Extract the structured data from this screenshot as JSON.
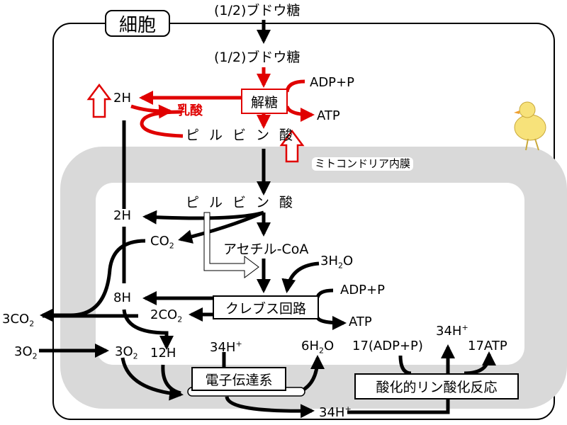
{
  "title": "細胞",
  "membrane_label": "ミトコンドリア内膜",
  "glucose_outside": "(1/2)ブドウ糖",
  "glucose_inside": "(1/2)ブドウ糖",
  "glycolysis": {
    "label": "解糖",
    "adp": "ADP+P",
    "atp": "ATP",
    "h": "2H",
    "lactic": "乳酸",
    "pyruvate": "ピルビン酸"
  },
  "mito": {
    "pyruvate": "ピルビン酸",
    "h2": "2H",
    "co2": "CO",
    "acetyl": "アセチル-CoA",
    "water3": "3H",
    "water3_o": "O",
    "adp": "ADP+P",
    "h8": "8H",
    "krebs": "クレブス回路",
    "co2_2": "2CO",
    "atp": "ATP",
    "co2_3": "3CO",
    "o2_out": "3O",
    "o2_in": "3O",
    "h12": "12H",
    "h34_a": "34H",
    "etc": "電子伝達系",
    "water6": "6H",
    "water6_o": "O",
    "adp17": "17(ADP+P)",
    "h34_b": "34H",
    "atp17": "17ATP",
    "oxphos": "酸化的リン酸化反応",
    "h34_c": "34H",
    "sub2": "2",
    "plus": "+"
  },
  "colors": {
    "red": "#e00000",
    "membrane": "#d9d9d9"
  }
}
